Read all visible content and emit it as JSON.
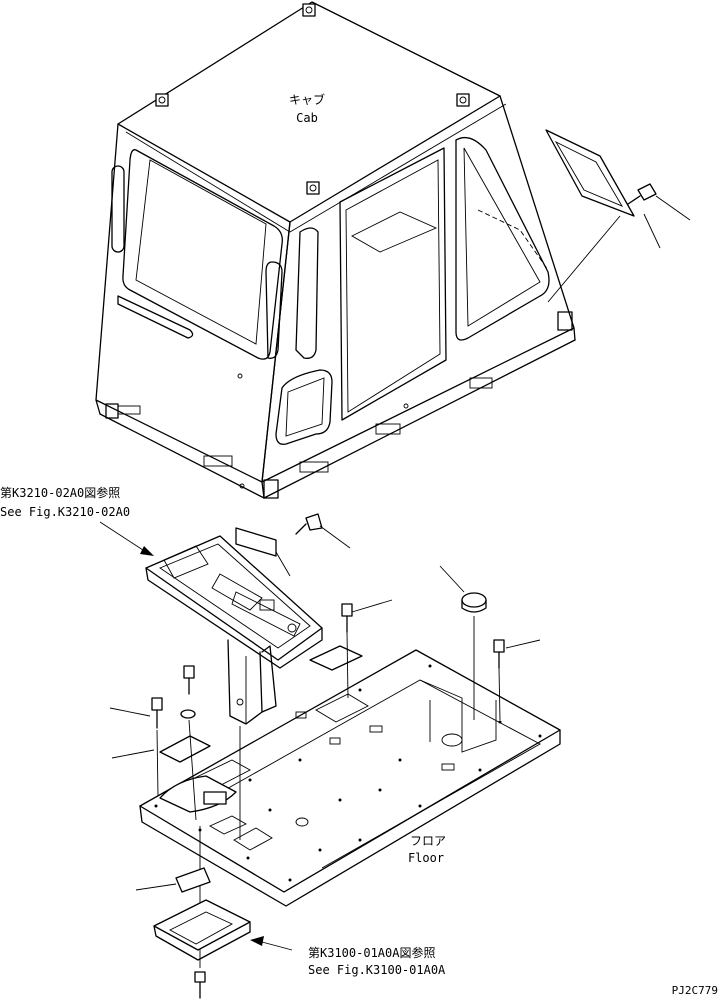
{
  "labels": {
    "cab_jp": "キャブ",
    "cab_en": "Cab",
    "ref1_jp": "第K3210-02A0図参照",
    "ref1_en": "See Fig.K3210-02A0",
    "floor_jp": "フロア",
    "floor_en": "Floor",
    "ref2_jp": "第K3100-01A0A図参照",
    "ref2_en": "See Fig.K3100-01A0A",
    "drawing_code": "PJ2C779"
  }
}
